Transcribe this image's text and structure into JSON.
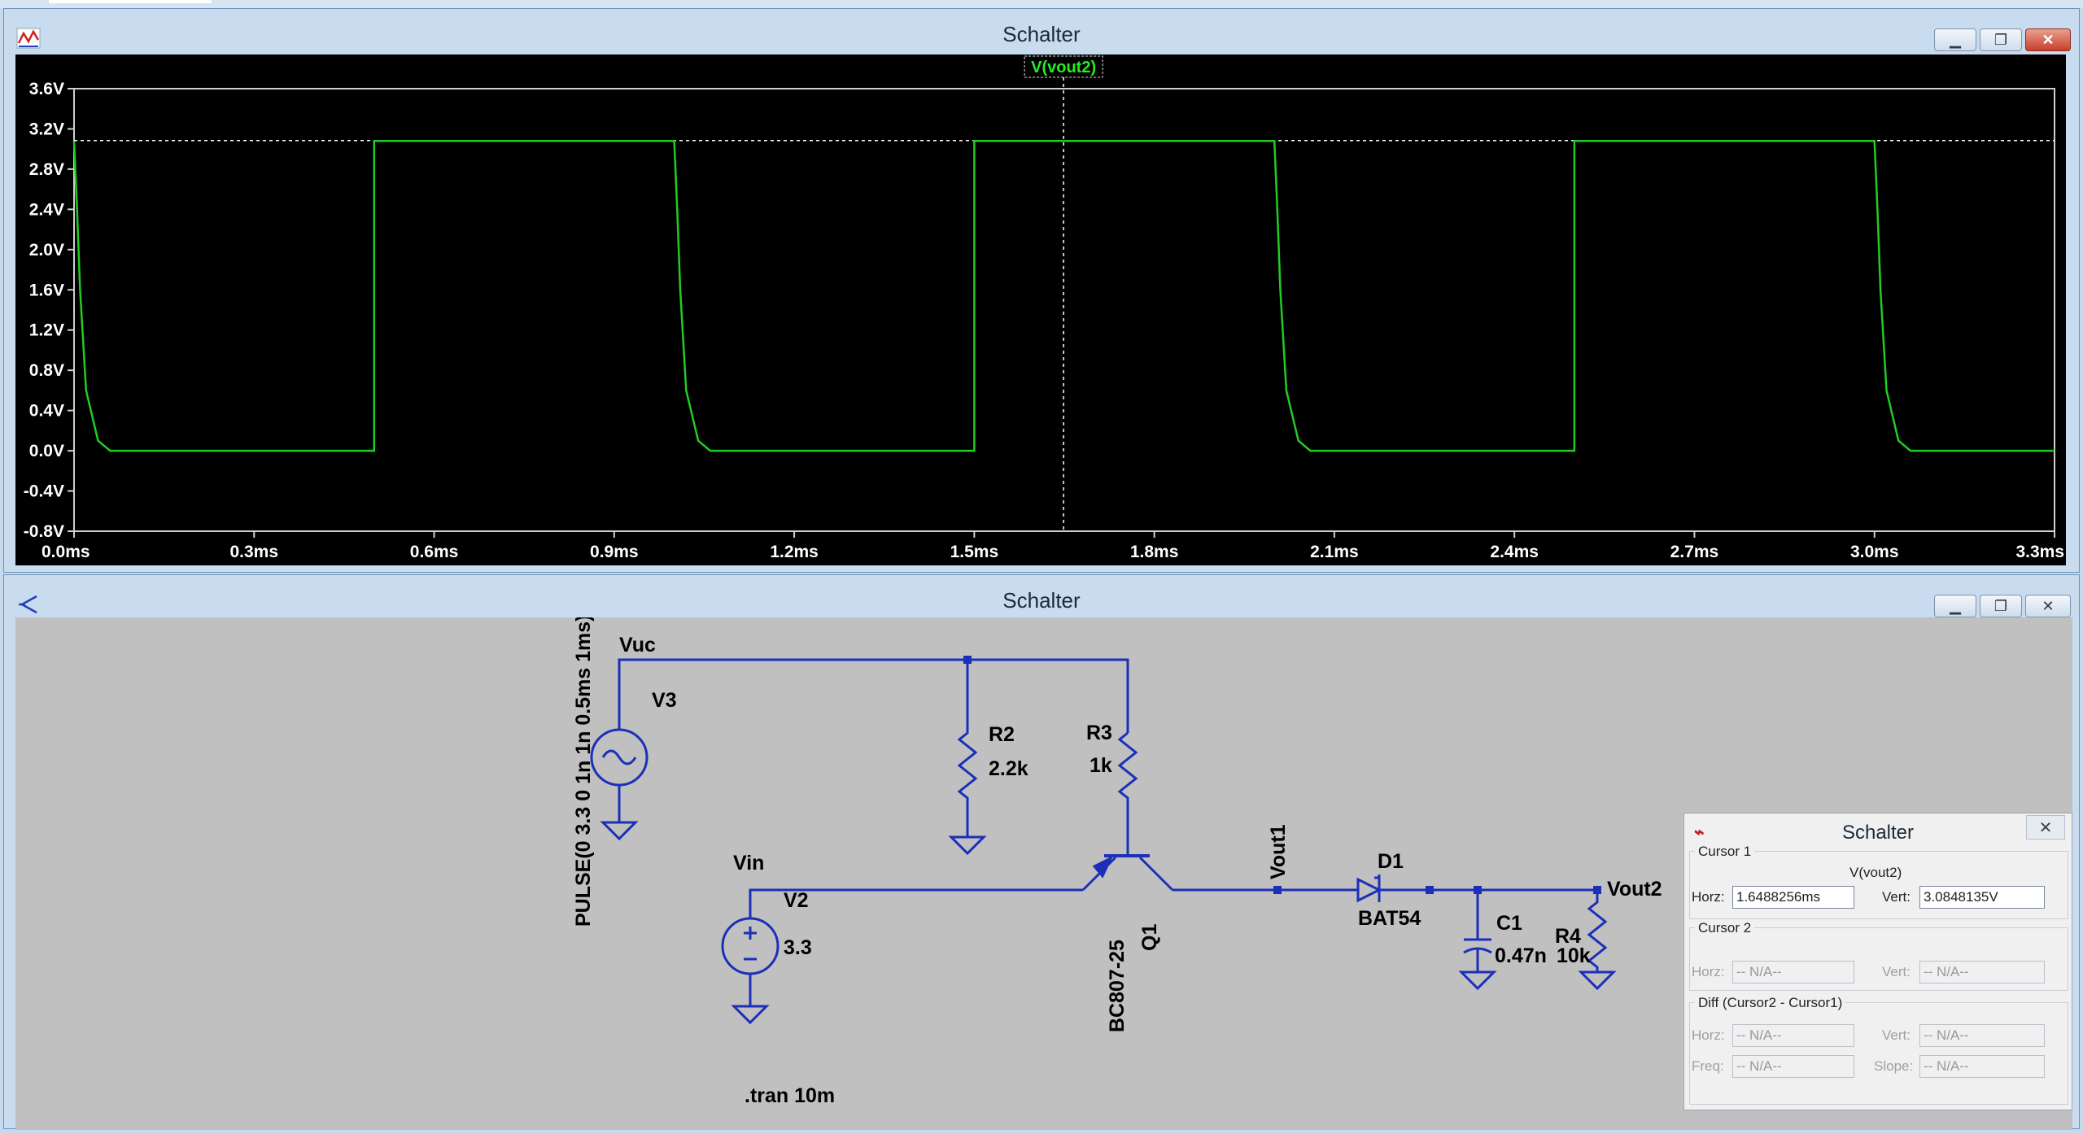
{
  "plot_window": {
    "title": "Schalter",
    "trace_label": "V(vout2)",
    "colors": {
      "background": "#000000",
      "trace": "#22cc22",
      "grid": "#ffffff"
    }
  },
  "chart_data": {
    "type": "line",
    "title": "",
    "series": [
      {
        "name": "V(vout2)",
        "x": [
          0.0,
          0.005,
          0.01,
          0.02,
          0.04,
          0.06,
          0.5,
          0.5,
          1.0,
          1.005,
          1.01,
          1.02,
          1.04,
          1.06,
          1.5,
          1.5,
          2.0,
          2.005,
          2.01,
          2.02,
          2.04,
          2.06,
          2.5,
          2.5,
          3.0,
          3.005,
          3.01,
          3.02,
          3.04,
          3.06,
          3.3
        ],
        "y": [
          3.08,
          2.4,
          1.6,
          0.6,
          0.1,
          0.0,
          0.0,
          3.08,
          3.08,
          2.4,
          1.6,
          0.6,
          0.1,
          0.0,
          0.0,
          3.08,
          3.08,
          2.4,
          1.6,
          0.6,
          0.1,
          0.0,
          0.0,
          3.08,
          3.08,
          2.4,
          1.6,
          0.6,
          0.1,
          0.0,
          0.0
        ]
      }
    ],
    "xlim": [
      0.0,
      3.3
    ],
    "ylim": [
      -0.8,
      3.6
    ],
    "x_ticks": [
      0.0,
      0.3,
      0.6,
      0.9,
      1.2,
      1.5,
      1.8,
      2.1,
      2.4,
      2.7,
      3.0,
      3.3
    ],
    "x_tick_labels": [
      "0.0ms",
      "0.3ms",
      "0.6ms",
      "0.9ms",
      "1.2ms",
      "1.5ms",
      "1.8ms",
      "2.1ms",
      "2.4ms",
      "2.7ms",
      "3.0ms",
      "3.3ms"
    ],
    "y_ticks": [
      3.6,
      3.2,
      2.8,
      2.4,
      2.0,
      1.6,
      1.2,
      0.8,
      0.4,
      0.0,
      -0.4,
      -0.8
    ],
    "y_tick_labels": [
      "3.6V",
      "3.2V",
      "2.8V",
      "2.4V",
      "2.0V",
      "1.6V",
      "1.2V",
      "0.8V",
      "0.4V",
      "0.0V",
      "-0.4V",
      "-0.8V"
    ],
    "cursor": {
      "x": 1.6488256,
      "y": 3.0848135
    },
    "grid": false
  },
  "schematic_window": {
    "title": "Schalter",
    "labels": {
      "vuc": "Vuc",
      "v3": "V3",
      "pulse": "PULSE(0 3.3 0 1n 1n 0.5ms 1ms)",
      "r2": "R2",
      "r2_val": "2.2k",
      "r3": "R3",
      "r3_val": "1k",
      "vin": "Vin",
      "v2": "V2",
      "v2_val": "3.3",
      "q1_model": "BC807-25",
      "q1": "Q1",
      "vout1": "Vout1",
      "d1": "D1",
      "d1_model": "BAT54",
      "c1": "C1",
      "c1_val": "0.47n",
      "r4": "R4",
      "r4_val": "10k",
      "vout2": "Vout2",
      "tran": ".tran 10m"
    },
    "colors": {
      "wire": "#1c2fb8",
      "background": "#c0c0c0",
      "text": "#000000"
    }
  },
  "cursor_panel": {
    "title": "Schalter",
    "cursor1": {
      "group": "Cursor 1",
      "trace": "V(vout2)",
      "horz_label": "Horz:",
      "horz": "1.6488256ms",
      "vert_label": "Vert:",
      "vert": "3.0848135V"
    },
    "cursor2": {
      "group": "Cursor 2",
      "horz_label": "Horz:",
      "horz": "-- N/A--",
      "vert_label": "Vert:",
      "vert": "-- N/A--"
    },
    "diff": {
      "group": "Diff (Cursor2 - Cursor1)",
      "horz_label": "Horz:",
      "horz": "-- N/A--",
      "vert_label": "Vert:",
      "vert": "-- N/A--",
      "freq_label": "Freq:",
      "freq": "-- N/A--",
      "slope_label": "Slope:",
      "slope": "-- N/A--"
    }
  }
}
